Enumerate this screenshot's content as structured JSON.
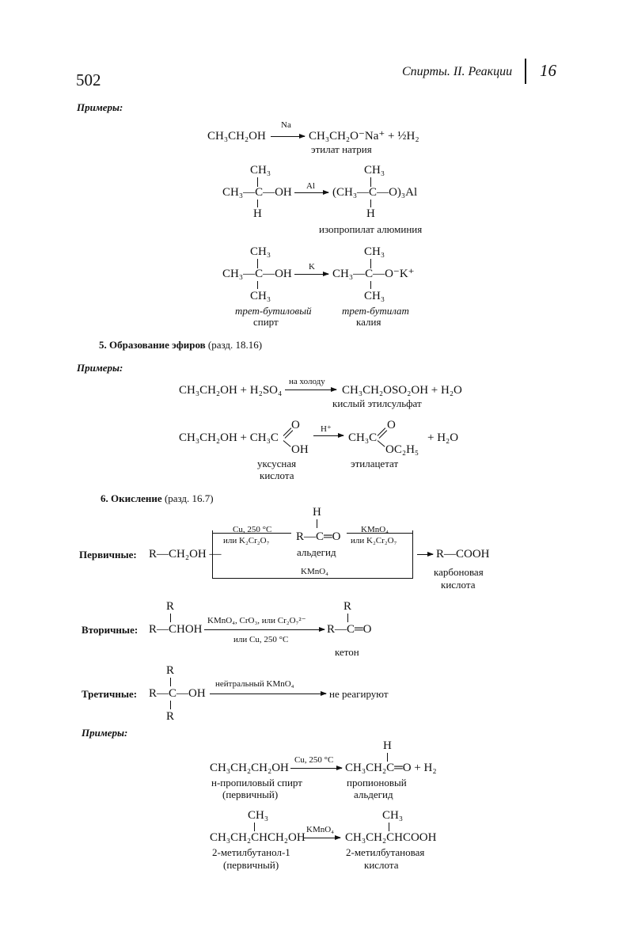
{
  "header": {
    "page_number": "502",
    "running_title": "Спирты. II. Реакции",
    "chapter": "16"
  },
  "examples_label": "Примеры:",
  "r1": {
    "reactant": "CH₃CH₂OH",
    "reagent": "Na",
    "product": "CH₃CH₂O⁻Na⁺ + ½H₂",
    "product_name": "этилат натрия"
  },
  "r2": {
    "top": "CH₃",
    "reactant": "CH₃—C—OH",
    "bottom": "H",
    "reagent": "Al",
    "p_top": "CH₃",
    "product": "(CH₃—C—O)₃Al",
    "p_bottom": "H",
    "product_name": "изопропилат алюминия"
  },
  "r3": {
    "top": "CH₃",
    "reactant": "CH₃—C—OH",
    "bottom": "CH₃",
    "reagent": "K",
    "p_top": "CH₃",
    "product": "CH₃—C—O⁻K⁺",
    "p_bottom": "CH₃",
    "reactant_name_1": "трет-бутиловый",
    "reactant_name_2": "спирт",
    "product_name_1": "трет-бутилат",
    "product_name_2": "калия"
  },
  "section5": {
    "heading_bold": "5. Образование эфиров",
    "heading_ref": "(разд. 18.16)",
    "examples_label": "Примеры:",
    "r1": {
      "reactants": "CH₃CH₂OH + H₂SO₄",
      "condition": "на холоду",
      "product": "CH₃CH₂OSO₂OH + H₂O",
      "product_name": "кислый этилсульфат"
    },
    "r2": {
      "reactants": "CH₃CH₂OH + CH₃C",
      "o_top": "O",
      "oh": "OH",
      "catalyst": "H⁺",
      "product": "CH₃C",
      "p_o_top": "O",
      "p_oet": "OC₂H₅",
      "plus_water": "+ H₂O",
      "acid_name_1": "уксусная",
      "acid_name_2": "кислота",
      "product_name": "этилацетат"
    }
  },
  "section6": {
    "heading_bold": "6. Окисление",
    "heading_ref": "(разд. 16.7)",
    "primary": {
      "label": "Первичные:",
      "reactant": "R—CH₂OH —",
      "step1_top": "Cu, 250 °C",
      "step1_bottom": "или K₂Cr₂O₇",
      "ald_h": "H",
      "aldehyde": "R—C═O",
      "aldehyde_name": "альдегид",
      "step2_top": "KMnO₄",
      "step2_bottom": "или K₂Cr₂O₇",
      "direct": "KMnO₄",
      "product": "R—COOH",
      "product_name_1": "карбоновая",
      "product_name_2": "кислота"
    },
    "secondary": {
      "label": "Вторичные:",
      "r_top": "R",
      "reactant": "R—CHOH",
      "cond_top": "KMnO₄, CrO₃, или Cr₂O₇²⁻",
      "cond_bottom": "или Cu, 250 °C",
      "p_top": "R",
      "product": "R—C═O",
      "product_name": "кетон"
    },
    "tertiary": {
      "label": "Третичные:",
      "r_top": "R",
      "reactant": "R—C—OH",
      "r_bottom": "R",
      "condition": "нейтральный KMnO₄",
      "result": "не реагируют"
    }
  },
  "examples2": {
    "label": "Примеры:",
    "r1": {
      "reactant": "CH₃CH₂CH₂OH",
      "condition": "Cu, 250 °C",
      "p_h": "H",
      "product": "CH₃CH₂C═O + H₂",
      "reactant_name_1": "н-пропиловый спирт",
      "reactant_name_2": "(первичный)",
      "product_name_1": "пропионовый",
      "product_name_2": "альдегид"
    },
    "r2": {
      "top": "CH₃",
      "reactant": "CH₃CH₂CHCH₂OH",
      "reagent": "KMnO₄",
      "p_top": "CH₃",
      "product": "CH₃CH₂CHCOOH",
      "reactant_name_1": "2-метилбутанол-1",
      "reactant_name_2": "(первичный)",
      "product_name_1": "2-метилбутановая",
      "product_name_2": "кислота"
    }
  }
}
